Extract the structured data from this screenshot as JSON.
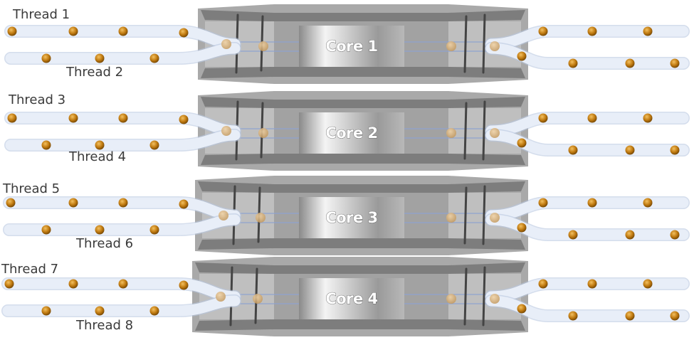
{
  "diagram": {
    "cores": [
      {
        "label": "Core 1",
        "threads": [
          "Thread 1",
          "Thread 2"
        ]
      },
      {
        "label": "Core 2",
        "threads": [
          "Thread 3",
          "Thread 4"
        ]
      },
      {
        "label": "Core 3",
        "threads": [
          "Thread 5",
          "Thread 6"
        ]
      },
      {
        "label": "Core 4",
        "threads": [
          "Thread 7",
          "Thread 8"
        ]
      }
    ],
    "colors": {
      "dot": "#c07a10",
      "tube": "#e8eef8",
      "tube_edge": "#b8c6e0",
      "block": "#a9a9a9",
      "band": "#7d7d7d"
    }
  }
}
